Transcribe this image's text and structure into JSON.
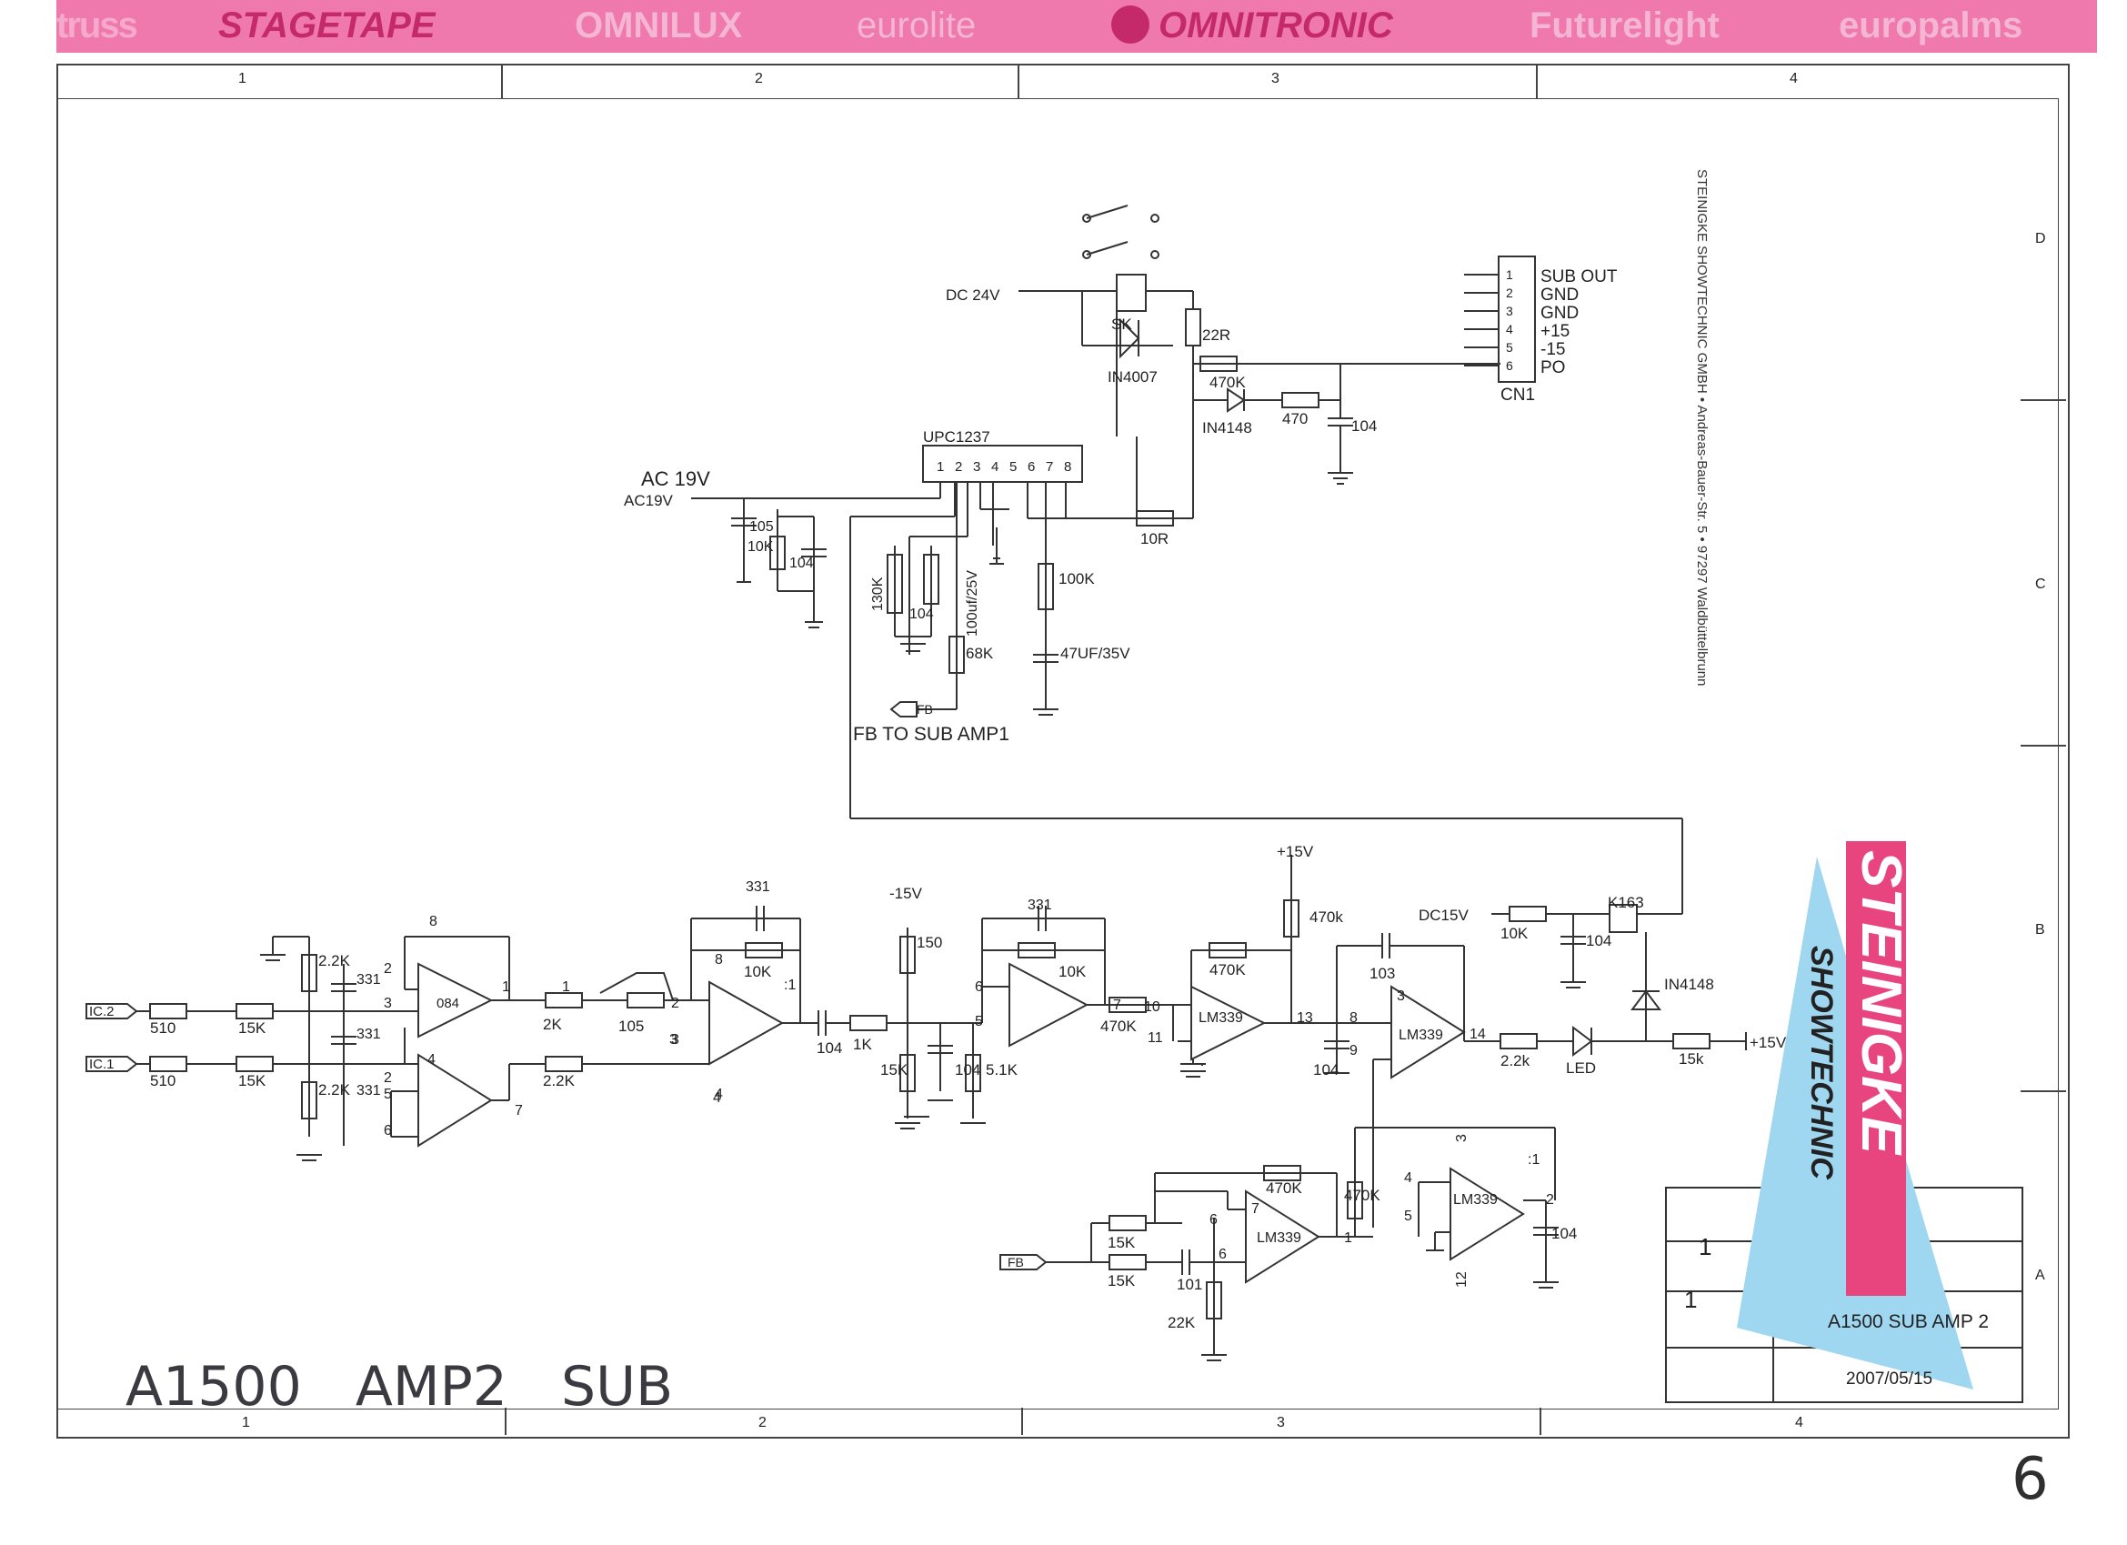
{
  "banner": {
    "brands": [
      "truss",
      "STAGETAPE",
      "OMNILUX",
      "eurolite",
      "OMNITRONIC",
      "Futurelight",
      "europalms"
    ],
    "color": "#ef78ad"
  },
  "frame": {
    "top_zones": [
      "1",
      "2",
      "3",
      "4"
    ],
    "bottom_zones": [
      "1",
      "2",
      "3",
      "4"
    ],
    "side_zones": [
      "D",
      "C",
      "B",
      "A"
    ]
  },
  "company_vertical": "STEINIGKE SHOWTECHNIC GMBH • Andreas-Bauer-Str. 5 • 97297 Waldbüttelbrunn",
  "connector": {
    "name": "CN1",
    "pins": [
      "1",
      "2",
      "3",
      "4",
      "5",
      "6"
    ],
    "labels": [
      "SUB OUT",
      "GND",
      "GND",
      "+15",
      "-15",
      "PO"
    ]
  },
  "supply_section": {
    "dc_input": "DC 24V",
    "relay": "SK",
    "diode1": "IN4007",
    "r_22r": "22R",
    "r_470k": "470K",
    "diode2": "IN4148",
    "r_470": "470",
    "cap_104": "104",
    "ic": "UPC1237",
    "ic_pins": [
      "1",
      "2",
      "3",
      "4",
      "5",
      "6",
      "7",
      "8"
    ],
    "ac_label": "AC 19V",
    "ac_input": "AC19V",
    "c_105": "105",
    "r_10k": "10K",
    "c_104b": "104",
    "r_130k": "130K",
    "c_104c": "104",
    "c_100uf": "100uf/25V",
    "r_68k": "68K",
    "fb": "FB",
    "fb_note": "FB TO SUB AMP1",
    "r_100k": "100K",
    "c_47uf": "47UF/35V",
    "r_10r": "10R"
  },
  "signal_section": {
    "in1": "IC.2",
    "in2": "IC.1",
    "r510a": "510",
    "r510b": "510",
    "r15ka": "15K",
    "r15kb": "15K",
    "r2_2ka": "2.2K",
    "r2_2kb": "2.2K",
    "c331a": "331",
    "c331b": "331",
    "c331c": "331",
    "c331d": "331",
    "c331e": "331",
    "op084": "084",
    "r2k": "2K",
    "r2_2kc": "2.2K",
    "pot105": "105",
    "r10k": "10K",
    "r10kb": "10K",
    "c104": "104",
    "r1k": "1K",
    "r15kc": "15K",
    "m15v": "-15V",
    "r150": "150",
    "c104b": "104",
    "r5_1k": "5.1K",
    "r470k": "470K",
    "r470kb": "470K",
    "lm339": "LM339",
    "p15v": "+15V",
    "r470ks": "470k",
    "dc15v": "DC15V",
    "r10kc": "10K",
    "c103": "103",
    "c104c": "104",
    "relay": "K163",
    "c104d": "104",
    "diode": "IN4148",
    "r2_2kd": "2.2k",
    "led": "LED",
    "r15kd": "15k",
    "vplus": "+15V",
    "fb": "FB",
    "r15ke": "15K",
    "r15kf": "15K",
    "c101": "101",
    "r22k": "22K",
    "r470kc": "470K",
    "r470kd": "470K",
    "c104e": "104"
  },
  "pin_numbers": [
    "8",
    "2",
    "3",
    "1",
    "4",
    "1",
    "2",
    "3",
    "8",
    ":1",
    "5",
    "6",
    "7",
    "2",
    "4",
    "5",
    "6",
    "7",
    "3",
    "4",
    "10",
    "11",
    "13",
    "8",
    "9",
    "3",
    "14",
    "4",
    "5",
    "2",
    "12",
    "3",
    ":1",
    "6",
    "7",
    "1",
    "6"
  ],
  "title_block": {
    "rev1": "1",
    "rev2": "1",
    "title": "A1500 SUB AMP 2",
    "date": "2007/05/15",
    "logo_text1": "STEINIGKE",
    "logo_text2": "SHOWTECHNIC",
    "logo_pink": "#e8457f",
    "logo_blue": "#9fd6f0"
  },
  "handwriting": {
    "note": "A1500 AMP2 SUB",
    "page": "6"
  }
}
